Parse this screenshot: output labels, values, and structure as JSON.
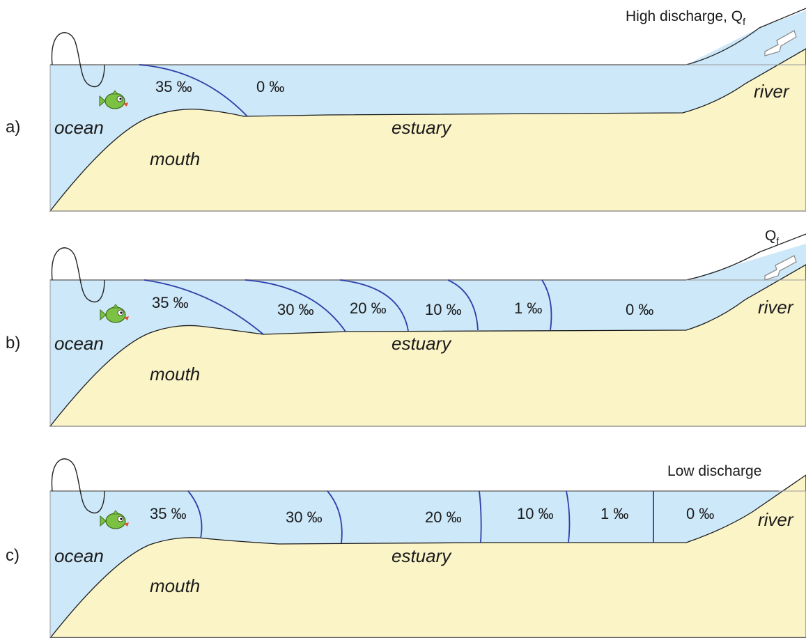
{
  "panels": [
    {
      "id": "a",
      "label": "a)",
      "discharge_label": "High discharge, Q",
      "discharge_subscript": "f",
      "arrow": true,
      "regions": {
        "ocean": "ocean",
        "mouth": "mouth",
        "estuary": "estuary",
        "river": "river"
      },
      "salinity_labels": [
        "35 ‰",
        "0 ‰"
      ]
    },
    {
      "id": "b",
      "label": "b)",
      "discharge_label": "Q",
      "discharge_subscript": "f",
      "arrow": true,
      "regions": {
        "ocean": "ocean",
        "mouth": "mouth",
        "estuary": "estuary",
        "river": "river"
      },
      "salinity_labels": [
        "35 ‰",
        "30 ‰",
        "20 ‰",
        "10 ‰",
        "1 ‰",
        "0 ‰"
      ]
    },
    {
      "id": "c",
      "label": "c)",
      "discharge_label": "Low discharge",
      "discharge_subscript": "",
      "arrow": false,
      "regions": {
        "ocean": "ocean",
        "mouth": "mouth",
        "estuary": "estuary",
        "river": "river"
      },
      "salinity_labels": [
        "35 ‰",
        "30 ‰",
        "20 ‰",
        "10 ‰",
        "1 ‰",
        "0 ‰"
      ]
    }
  ],
  "colors": {
    "water": "#cde8f9",
    "land": "#fbf4c7",
    "isohaline": "#2d3fa8",
    "fish": "#7cc242"
  },
  "icons": [
    "wave-icon",
    "fish-icon",
    "discharge-arrow-icon"
  ]
}
